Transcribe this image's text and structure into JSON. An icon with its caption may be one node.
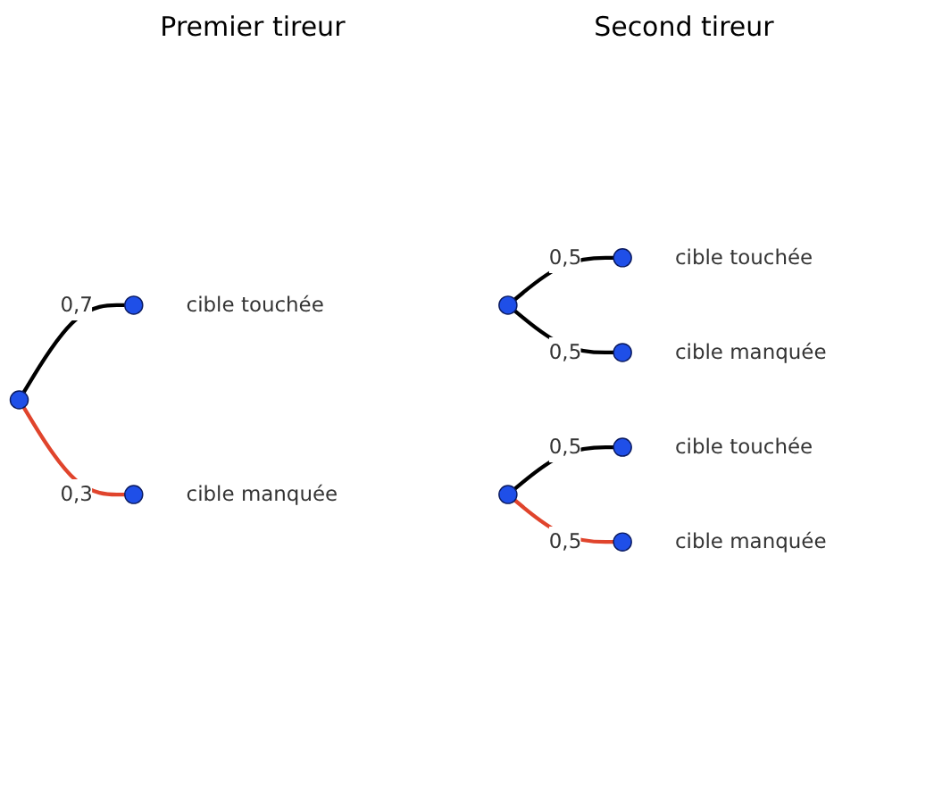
{
  "diagram": {
    "nodes": [
      {
        "text": [],
        "shape": "circle"
      },
      {
        "text": [],
        "shape": "circle",
        "beside": [
          "cible touchée"
        ]
      },
      {
        "text": [],
        "shape": "circle",
        "beside": [
          "cible manquée"
        ]
      },
      {
        "text": [],
        "shape": "circle"
      },
      {
        "text": [],
        "shape": "circle",
        "beside": [
          "cible touchée"
        ]
      },
      {
        "text": [],
        "shape": "circle",
        "beside": [
          "cible manquée"
        ]
      },
      {
        "text": [],
        "shape": "circle"
      },
      {
        "text": [],
        "shape": "circle",
        "beside": [
          "cible touchée"
        ]
      },
      {
        "text": [],
        "shape": "circle",
        "beside": [
          "cible manquée"
        ]
      }
    ],
    "edges": [
      {
        "from": 0,
        "to": 1,
        "arrow": "none",
        "label": "0,7"
      },
      {
        "from": 0,
        "to": 2,
        "arrow": "none",
        "label": "0,3",
        "color": "#e0442c"
      },
      {
        "from": 3,
        "to": 4,
        "arrow": "none",
        "label": "0,5"
      },
      {
        "from": 3,
        "to": 5,
        "arrow": "none",
        "label": "0,5"
      },
      {
        "from": 6,
        "to": 7,
        "arrow": "none",
        "label": "0,5"
      },
      {
        "from": 6,
        "to": 8,
        "arrow": "none",
        "label": "0,5",
        "color": "#e0442c"
      }
    ],
    "labels": [
      "Premier tireur",
      "Second tireur"
    ]
  }
}
